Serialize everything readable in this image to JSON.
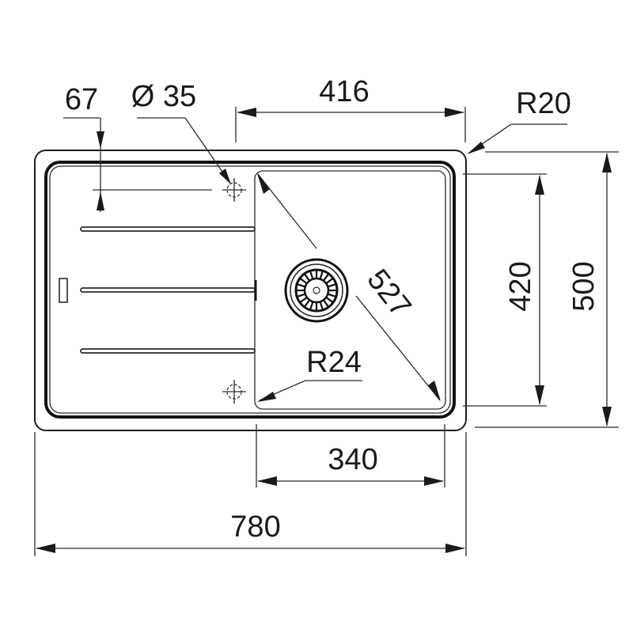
{
  "diagram": {
    "type": "technical-drawing",
    "subject": "kitchen sink with drainer",
    "units": "mm",
    "line_color": "#1a1a1a",
    "background": "#ffffff"
  },
  "dimensions": {
    "overall_width": "780",
    "overall_depth": "500",
    "bowl_width": "340",
    "bowl_depth": "420",
    "bowl_top_offset": "416",
    "tap_hole_offset": "67",
    "tap_hole_diameter": "Ø 35",
    "bowl_diagonal": "527",
    "outer_corner_radius": "R20",
    "bowl_corner_radius": "R24"
  },
  "features": {
    "drainer_ribs": 3,
    "tap_holes": 2,
    "drain_strainer": "waste-strainer-icon",
    "overflow_slot": "overflow-slot"
  }
}
